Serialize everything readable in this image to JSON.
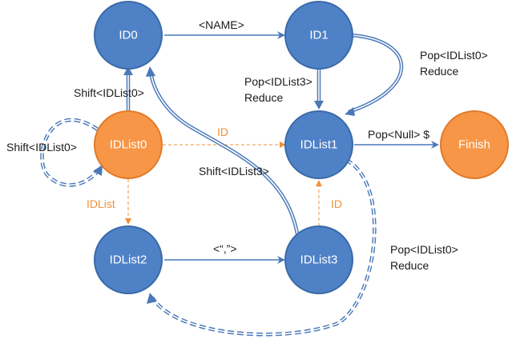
{
  "colors": {
    "blue_node": "#4f81c7",
    "blue_stroke": "#3a6aa8",
    "orange_node": "#f79646",
    "orange_stroke": "#e07a2a",
    "edge_blue": "#4a78b8",
    "edge_orange": "#f0903a"
  },
  "nodes": {
    "id0": "ID0",
    "id1": "ID1",
    "idlist0": "IDList0",
    "idlist1": "IDList1",
    "finish": "Finish",
    "idlist2": "IDList2",
    "idlist3": "IDList3"
  },
  "edges": {
    "id0_to_id1": "<NAME>",
    "id1_pop_line1": "Pop<IDList0>",
    "id1_pop_line2": "Reduce",
    "id1_pop3_line1": "Pop<IDList3>",
    "id1_pop3_line2": "Reduce",
    "shift_idlist0_top": "Shift<IDList0>",
    "shift_idlist0_left": "Shift<IDList0>",
    "idlist0_to_idlist1": "ID",
    "idlist1_to_finish": "Pop<Null> $",
    "shift_idlist3": "Shift<IDList3>",
    "idlist0_to_idlist2": "IDList",
    "idlist3_to_idlist1": "ID",
    "idlist2_to_idlist3": "<“,”>",
    "idlist1_pop_line1": "Pop<IDList0>",
    "idlist1_pop_line2": "Reduce"
  }
}
